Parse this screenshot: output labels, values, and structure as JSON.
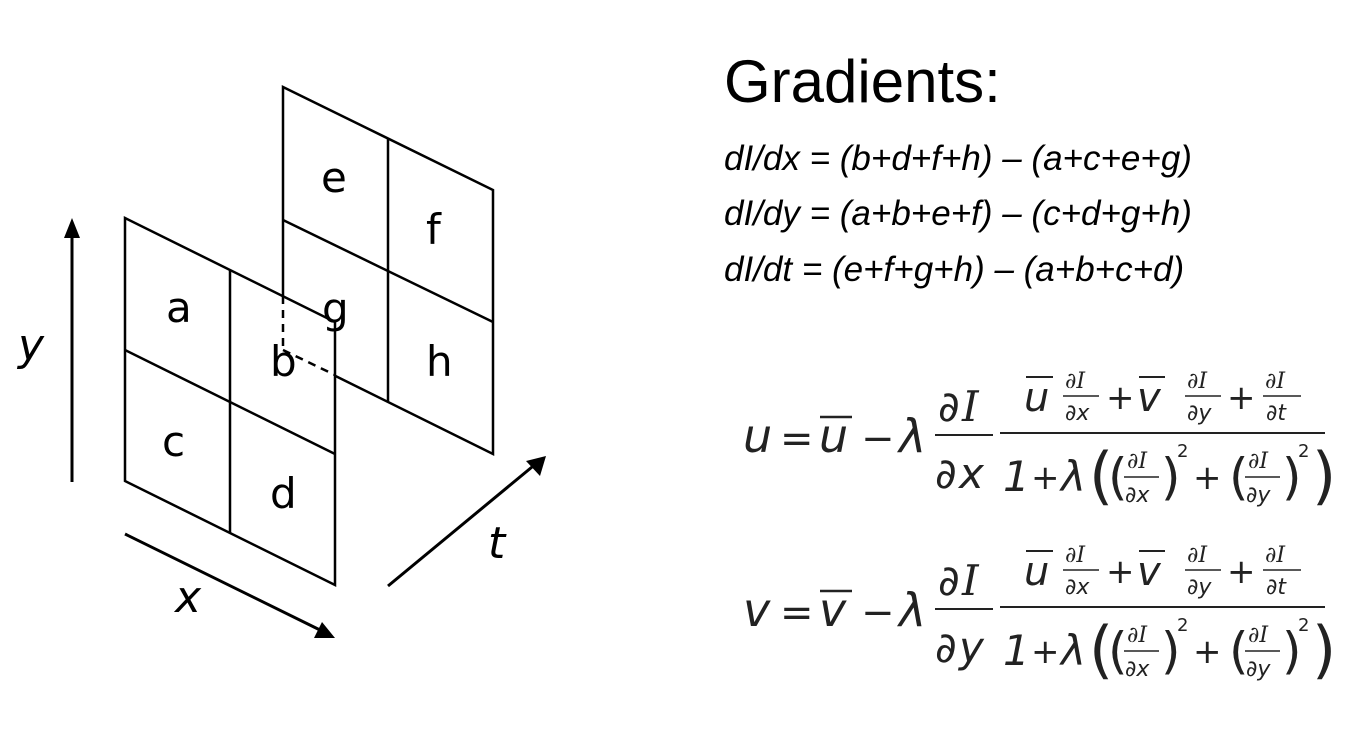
{
  "diagram": {
    "cells": {
      "a": "a",
      "b": "b",
      "c": "c",
      "d": "d",
      "e": "e",
      "f": "f",
      "g": "g",
      "h": "h"
    },
    "axes": {
      "x": "x",
      "y": "y",
      "t": "t"
    }
  },
  "title": "Gradients:",
  "gradients": [
    "dI/dx = (b+d+f+h) – (a+c+e+g)",
    "dI/dy = (a+b+e+f) – (c+d+g+h)",
    "dI/dt = (e+f+g+h) – (a+b+c+d)"
  ],
  "equations": {
    "u": {
      "lhs": "u",
      "eq": "=",
      "bar": "u",
      "minus": "−",
      "lambda": "λ",
      "partial": "∂",
      "I": "I",
      "wrt": "x"
    },
    "v": {
      "lhs": "v",
      "eq": "=",
      "bar": "v",
      "minus": "−",
      "lambda": "λ",
      "partial": "∂",
      "I": "I",
      "wrt": "y"
    },
    "fraction": {
      "ubar": "u",
      "vbar": "v",
      "plus": "+",
      "one": "1",
      "dx": "∂x",
      "dy": "∂y",
      "dt": "∂t",
      "dI": "∂I",
      "sq": "2",
      "lparen": "(",
      "rparen": ")"
    }
  }
}
